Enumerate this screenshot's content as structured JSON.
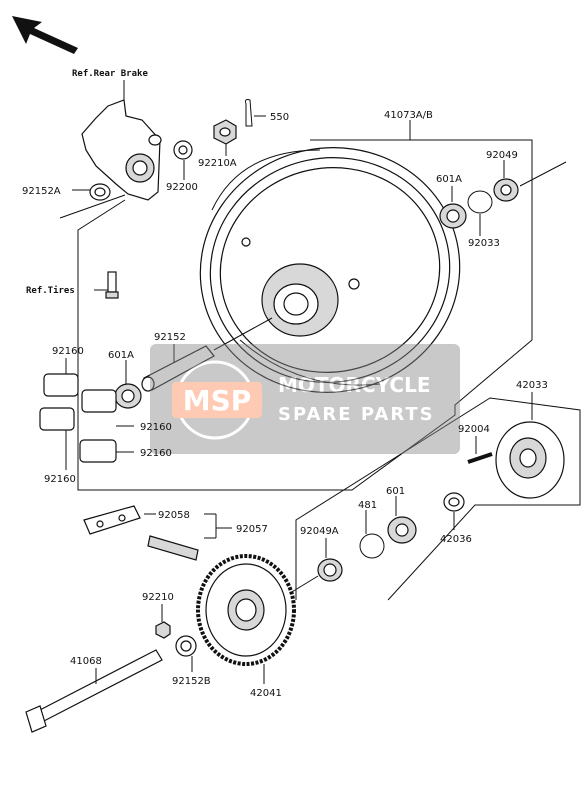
{
  "references": {
    "rear_brake": "Ref.Rear Brake",
    "tires": "Ref.Tires"
  },
  "part_numbers": {
    "p550": "550",
    "p41073": "41073A/B",
    "p92210A": "92210A",
    "p92200": "92200",
    "p92152A": "92152A",
    "p92049": "92049",
    "p601A_top": "601A",
    "p92033": "92033",
    "p92160_a": "92160",
    "p601A_left": "601A",
    "p92152": "92152",
    "p92160_b": "92160",
    "p92160_c": "92160",
    "p92160_d": "92160",
    "p42033": "42033",
    "p92004": "92004",
    "p92058": "92058",
    "p92057": "92057",
    "p481": "481",
    "p601": "601",
    "p92049A": "92049A",
    "p42036": "42036",
    "p92210": "92210",
    "p41068": "41068",
    "p92152B": "92152B",
    "p42041": "42041"
  },
  "watermark": {
    "logo": "MSP",
    "line1": "MOTORCYCLE",
    "line2": "SPARE PARTS"
  }
}
